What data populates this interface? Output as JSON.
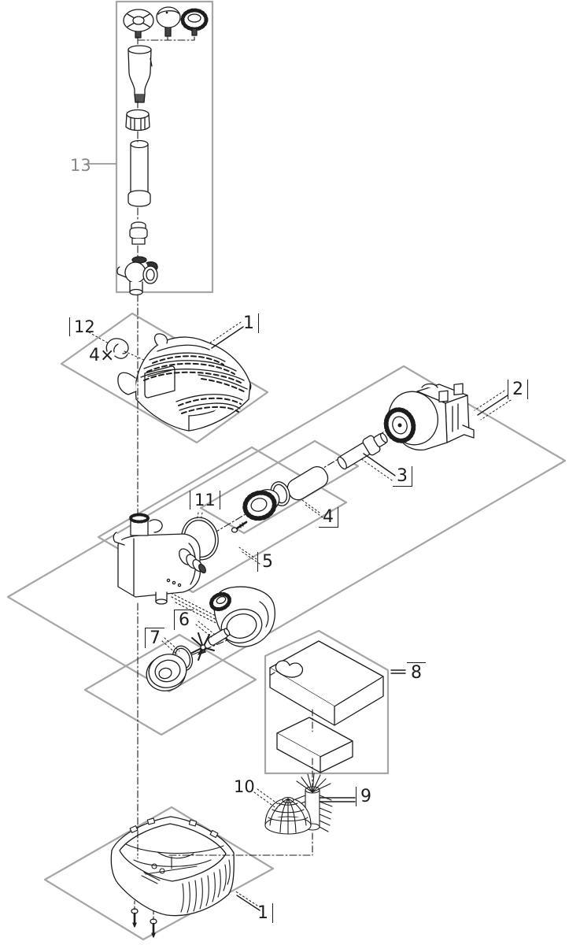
{
  "diagram": {
    "kind": "exploded-parts-diagram",
    "colors": {
      "background": "#ffffff",
      "line": "#1d1d1b",
      "frame_gray": "#a6a6a6",
      "muted_label": "#878787"
    },
    "callouts": {
      "part13": "13",
      "part12": "12",
      "quantity_note": "4×",
      "part1_top": "1",
      "part2": "2",
      "part3": "3",
      "part4": "4",
      "part11": "11",
      "part5": "5",
      "part6": "6",
      "part7": "7",
      "part8": "8",
      "part9": "9",
      "part10": "10",
      "part1_bottom": "1"
    }
  }
}
